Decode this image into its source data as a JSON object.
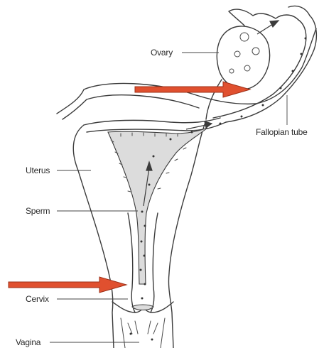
{
  "labels": {
    "ovary": "Ovary",
    "fallopian_tube": "Fallopian tube",
    "uterus": "Uterus",
    "sperm": "Sperm",
    "cervix": "Cervix",
    "vagina": "Vagina"
  },
  "colors": {
    "arrow_fill": "#e0502f",
    "arrow_stroke": "#9b2f17",
    "cavity_fill": "#dcdcdc",
    "outline": "#3b3b3b"
  }
}
